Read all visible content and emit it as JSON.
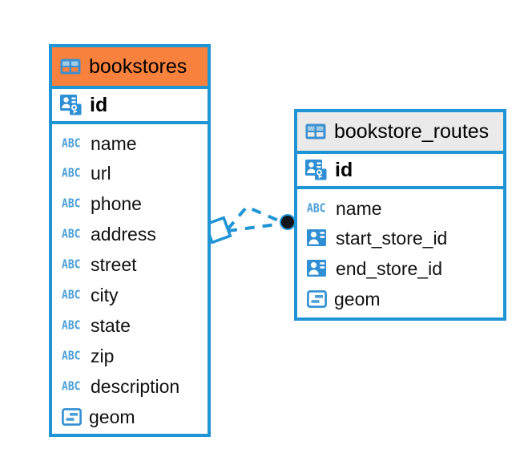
{
  "diagram": {
    "title": "bookstores-bookstore_routes-er-diagram",
    "background": "#ffffff",
    "accent_color": "#1f95d6",
    "highlight_color": "#f8813d",
    "header_gray": "#eaeaea",
    "icon_blue": "#4a9fd8",
    "text_color": "#000000"
  },
  "entities": [
    {
      "name": "bookstores",
      "header_icon": "table-icon",
      "header_style": "orange",
      "primary_key": {
        "label": "id",
        "icon": "primary-key-icon"
      },
      "attributes": [
        {
          "label": "name",
          "icon": "abc-icon",
          "icon_text": "ABC"
        },
        {
          "label": "url",
          "icon": "abc-icon",
          "icon_text": "ABC"
        },
        {
          "label": "phone",
          "icon": "abc-icon",
          "icon_text": "ABC"
        },
        {
          "label": "address",
          "icon": "abc-icon",
          "icon_text": "ABC"
        },
        {
          "label": "street",
          "icon": "abc-icon",
          "icon_text": "ABC"
        },
        {
          "label": "city",
          "icon": "abc-icon",
          "icon_text": "ABC"
        },
        {
          "label": "state",
          "icon": "abc-icon",
          "icon_text": "ABC"
        },
        {
          "label": "zip",
          "icon": "abc-icon",
          "icon_text": "ABC"
        },
        {
          "label": "description",
          "icon": "abc-icon",
          "icon_text": "ABC"
        },
        {
          "label": "geom",
          "icon": "geometry-icon"
        }
      ]
    },
    {
      "name": "bookstore_routes",
      "header_icon": "table-icon",
      "header_style": "gray",
      "primary_key": {
        "label": "id",
        "icon": "primary-key-icon"
      },
      "attributes": [
        {
          "label": "name",
          "icon": "abc-icon",
          "icon_text": "ABC"
        },
        {
          "label": "start_store_id",
          "icon": "foreign-key-icon"
        },
        {
          "label": "end_store_id",
          "icon": "foreign-key-icon"
        },
        {
          "label": "geom",
          "icon": "geometry-icon"
        }
      ]
    }
  ],
  "relationship": {
    "style": "dashed",
    "color": "#1f95d6",
    "source_marker": "rotated-square-marker",
    "target_marker": "filled-circle-marker"
  }
}
